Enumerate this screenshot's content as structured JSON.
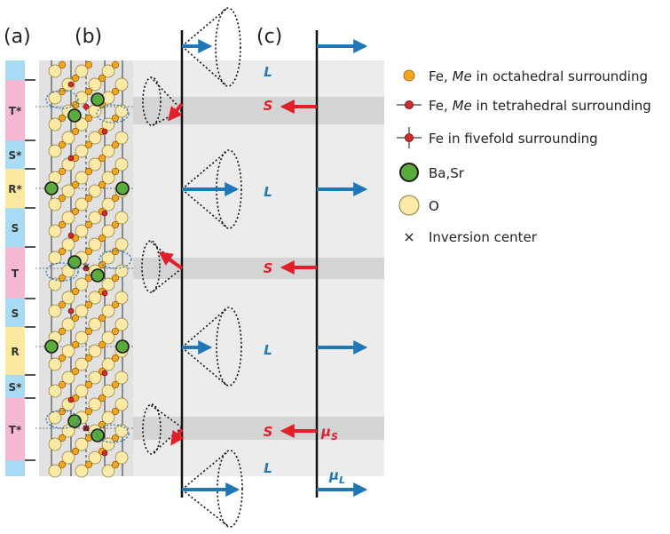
{
  "panels": {
    "a": "(a)",
    "b": "(b)",
    "c": "(c)"
  },
  "blocks": [
    "T*",
    "S*",
    "R*",
    "S",
    "T",
    "S",
    "R",
    "S*",
    "T*"
  ],
  "layers": [
    "L",
    "S",
    "L",
    "S",
    "L",
    "S",
    "L"
  ],
  "moments": {
    "mu_s": "μ",
    "mu_s_sub": "S",
    "mu_l": "μ",
    "mu_l_sub": "L"
  },
  "legend": {
    "octahedral_pre": "Fe, ",
    "octahedral_me": "Me",
    "octahedral_post": " in octahedral surrounding",
    "tetrahedral_pre": "Fe, ",
    "tetrahedral_me": "Me",
    "tetrahedral_post": " in tetrahedral surrounding",
    "fivefold": "Fe in fivefold surrounding",
    "basr": "Ba,Sr",
    "oxygen": "O",
    "inversion": "Inversion center"
  },
  "colors": {
    "block_blue": "#a9dcf2",
    "block_pink": "#f5b8d2",
    "block_yellow": "#fbe9a0",
    "layer_light": "#ececec",
    "layer_dark": "#d4d4d4",
    "arrow_blue": "#1f77b8",
    "arrow_red": "#e0202a",
    "oxygen": "#fdeaa8",
    "fe_oct": "#f2a61e",
    "fe_tet": "#d42a2a",
    "basr": "#5aaa3c"
  },
  "icons": [
    "orange-circle",
    "red-dot-line",
    "red-dot-cross",
    "green-circle",
    "yellow-circle",
    "cross-mark"
  ]
}
